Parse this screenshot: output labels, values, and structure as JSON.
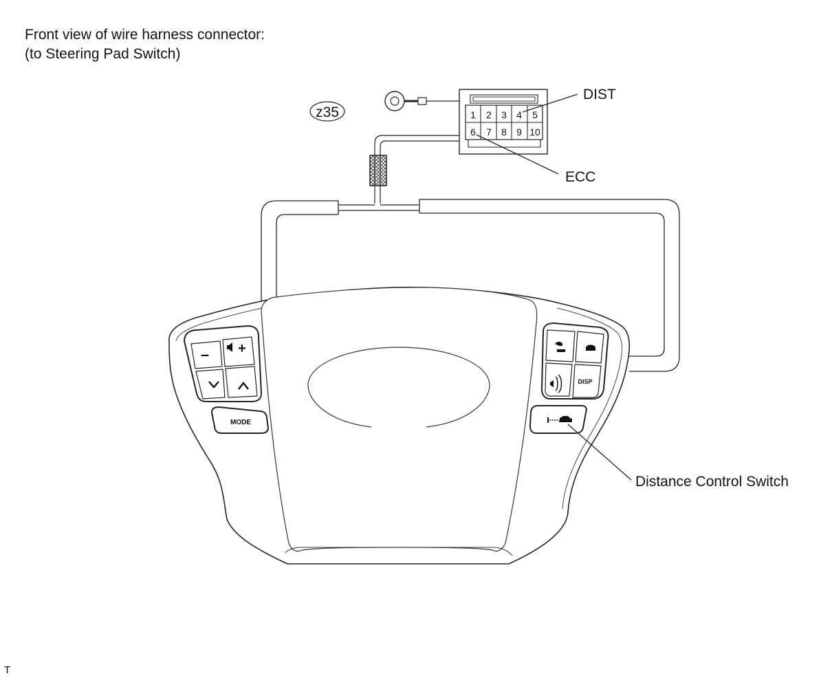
{
  "header": {
    "line1": "Front view of wire harness connector:",
    "line2": "(to Steering Pad Switch)"
  },
  "connector": {
    "code": "z35",
    "pins_top": [
      "1",
      "2",
      "3",
      "4",
      "5"
    ],
    "pins_bottom": [
      "6",
      "7",
      "8",
      "9",
      "10"
    ]
  },
  "labels": {
    "dist": "DIST",
    "ecc": "ECC",
    "distance_switch": "Distance Control Switch"
  },
  "buttons": {
    "minus": "–",
    "vol_plus": "+",
    "mode": "MODE",
    "disp": "DISP"
  },
  "icons": {
    "speaker": "speaker-icon",
    "down": "chevron-down-icon",
    "up": "chevron-up-icon",
    "phone_on": "phone-on-hook-icon",
    "phone_off": "phone-off-hook-icon",
    "voice": "voice-command-icon",
    "distance": "vehicle-distance-icon"
  },
  "footer": {
    "corner_mark": "T"
  }
}
